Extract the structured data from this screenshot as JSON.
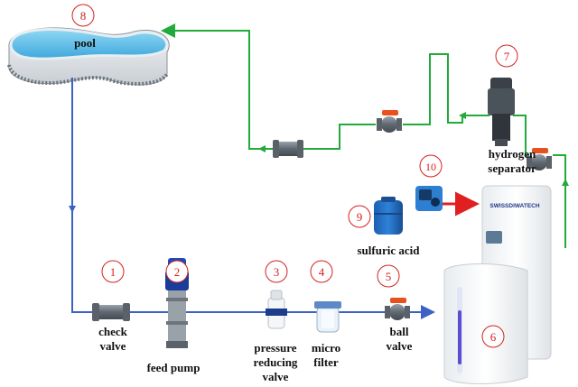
{
  "colors": {
    "water_line": "#3b62c4",
    "recirc_line": "#22aa3a",
    "acid_line": "#e02020",
    "number_circle": "#d42020"
  },
  "labels": {
    "pool": "pool",
    "check_valve_1": "check",
    "check_valve_2": "valve",
    "feed_pump": "feed pump",
    "prv_1": "pressure",
    "prv_2": "reducing",
    "prv_3": "valve",
    "micro_filter_1": "micro",
    "micro_filter_2": "filter",
    "ball_valve_1": "ball",
    "ball_valve_2": "valve",
    "sulfuric_acid": "sulfuric acid",
    "h2_sep_1": "hydrogen",
    "h2_sep_2": "separator",
    "brand": "SWISSDIWATECH"
  },
  "numbers": {
    "n1": "1",
    "n2": "2",
    "n3": "3",
    "n4": "4",
    "n5": "5",
    "n6": "6",
    "n7": "7",
    "n8": "8",
    "n9": "9",
    "n10": "10"
  }
}
